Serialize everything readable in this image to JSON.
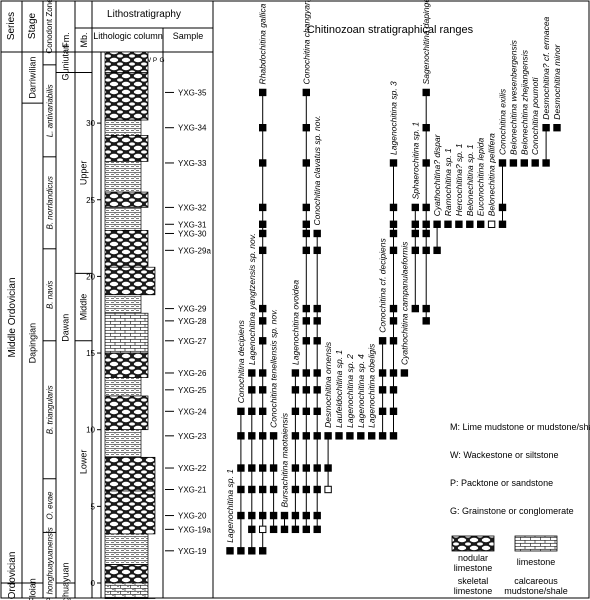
{
  "header": {
    "series": "Series",
    "stage": "Stage",
    "conodont_zone": "Conodont Zone",
    "fm": "Fm.",
    "mb": "Mb.",
    "lithostratigraphy": "Lithostratigraphy",
    "lithologic_column": "Lithologic column",
    "sample": "Sample",
    "chitinozoan_ranges": "Chitinozoan stratigraphical ranges",
    "texture_codes": [
      "M",
      "W",
      "P",
      "G"
    ]
  },
  "series": [
    {
      "label": "Middle Ordovician",
      "top_m": 35.3,
      "bottom_m": 0
    },
    {
      "label": "Lower Ordovician",
      "top_m": 0,
      "bottom_m": -5
    }
  ],
  "stages": [
    {
      "label": "Darriwilian",
      "top_m": 35.3,
      "bottom_m": 31.3
    },
    {
      "label": "Dapingian",
      "top_m": 31.3,
      "bottom_m": 0
    },
    {
      "label": "Floian",
      "top_m": 0,
      "bottom_m": -5
    }
  ],
  "conodont_zones": [
    {
      "label": "L. antivariabilis",
      "top_m": 33.8,
      "bottom_m": 27.8,
      "italic": true
    },
    {
      "label": "B. norrlandicus",
      "top_m": 27.8,
      "bottom_m": 21.8,
      "italic": true
    },
    {
      "label": "B. navis",
      "top_m": 21.8,
      "bottom_m": 15.8,
      "italic": true
    },
    {
      "label": "B. triangularis",
      "top_m": 15.8,
      "bottom_m": 6.8,
      "italic": true
    },
    {
      "label": "O. evae",
      "top_m": 6.8,
      "bottom_m": 3.3,
      "italic": true
    },
    {
      "label": "P. honghuayuanensis",
      "top_m": 3.3,
      "bottom_m": -5,
      "italic": true
    }
  ],
  "formations": [
    {
      "label": "Guniutan",
      "top_m": 35.3,
      "bottom_m": 33.3
    },
    {
      "label": "Dawan",
      "top_m": 33.3,
      "bottom_m": 0
    },
    {
      "label": "Honghuayuan",
      "top_m": 0,
      "bottom_m": -5
    }
  ],
  "members": [
    {
      "label": "Upper",
      "top_m": 33.3,
      "bottom_m": 20.2
    },
    {
      "label": "Middle",
      "top_m": 20.2,
      "bottom_m": 15.8
    },
    {
      "label": "Lower",
      "top_m": 15.8,
      "bottom_m": 0
    }
  ],
  "depth_ticks": [
    0,
    5,
    10,
    15,
    20,
    25,
    30
  ],
  "lithology_units": [
    {
      "top_m": 35.3,
      "bottom_m": 33.3,
      "type": "nodular",
      "texture": "W"
    },
    {
      "top_m": 33.3,
      "bottom_m": 30.2,
      "type": "nodular",
      "texture": "W"
    },
    {
      "top_m": 30.2,
      "bottom_m": 29.2,
      "type": "calcareous",
      "texture": "M"
    },
    {
      "top_m": 29.2,
      "bottom_m": 27.5,
      "type": "nodular",
      "texture": "W"
    },
    {
      "top_m": 27.5,
      "bottom_m": 25.5,
      "type": "calcareous",
      "texture": "M"
    },
    {
      "top_m": 25.5,
      "bottom_m": 24.5,
      "type": "nodular",
      "texture": "W"
    },
    {
      "top_m": 24.5,
      "bottom_m": 23.0,
      "type": "calcareous",
      "texture": "M"
    },
    {
      "top_m": 23.0,
      "bottom_m": 20.6,
      "type": "nodular",
      "texture": "W"
    },
    {
      "top_m": 20.6,
      "bottom_m": 18.8,
      "type": "nodular",
      "texture": "P"
    },
    {
      "top_m": 18.8,
      "bottom_m": 17.6,
      "type": "calcareous",
      "texture": "M"
    },
    {
      "top_m": 17.6,
      "bottom_m": 15.0,
      "type": "limestone",
      "texture": "W"
    },
    {
      "top_m": 15.0,
      "bottom_m": 13.4,
      "type": "nodular",
      "texture": "W"
    },
    {
      "top_m": 13.4,
      "bottom_m": 12.2,
      "type": "calcareous",
      "texture": "M"
    },
    {
      "top_m": 12.2,
      "bottom_m": 10.0,
      "type": "nodular",
      "texture": "W"
    },
    {
      "top_m": 10.0,
      "bottom_m": 8.2,
      "type": "calcareous",
      "texture": "M"
    },
    {
      "top_m": 8.2,
      "bottom_m": 6.0,
      "type": "nodular",
      "texture": "P"
    },
    {
      "top_m": 6.0,
      "bottom_m": 3.2,
      "type": "nodular",
      "texture": "P"
    },
    {
      "top_m": 3.2,
      "bottom_m": 1.2,
      "type": "calcareous",
      "texture": "W"
    },
    {
      "top_m": 1.2,
      "bottom_m": 0,
      "type": "nodular",
      "texture": "W"
    },
    {
      "top_m": 0,
      "bottom_m": -2.2,
      "type": "skeletal",
      "texture": "W"
    },
    {
      "top_m": -2.2,
      "bottom_m": -4.0,
      "type": "calcareous",
      "texture": "P"
    },
    {
      "top_m": -4.0,
      "bottom_m": -5,
      "type": "skeletal",
      "texture": "W"
    }
  ],
  "samples": [
    {
      "label": "YXG-35",
      "depth_m": 32.0
    },
    {
      "label": "YXG-34",
      "depth_m": 29.7
    },
    {
      "label": "YXG-33",
      "depth_m": 27.4
    },
    {
      "label": "YXG-32",
      "depth_m": 24.5
    },
    {
      "label": "YXG-31",
      "depth_m": 23.4
    },
    {
      "label": "YXG-30",
      "depth_m": 22.8
    },
    {
      "label": "YXG-29a",
      "depth_m": 21.7
    },
    {
      "label": "YXG-29",
      "depth_m": 17.9
    },
    {
      "label": "YXG-28",
      "depth_m": 17.1
    },
    {
      "label": "YXG-27",
      "depth_m": 15.8
    },
    {
      "label": "YXG-26",
      "depth_m": 13.7
    },
    {
      "label": "YXG-25",
      "depth_m": 12.6
    },
    {
      "label": "YXG-24",
      "depth_m": 11.2
    },
    {
      "label": "YXG-23",
      "depth_m": 9.6
    },
    {
      "label": "YXG-22",
      "depth_m": 7.5
    },
    {
      "label": "YXG-21",
      "depth_m": 6.1
    },
    {
      "label": "YXG-20",
      "depth_m": 4.4
    },
    {
      "label": "YXG-19a",
      "depth_m": 3.5
    },
    {
      "label": "YXG-19",
      "depth_m": 2.1
    }
  ],
  "taxa": [
    {
      "name": "Lagenochitina sp. 1",
      "samples": [
        "YXG-19"
      ]
    },
    {
      "name": "Conochitina decipiens",
      "samples": [
        "YXG-19",
        "YXG-20",
        "YXG-21",
        "YXG-22",
        "YXG-23",
        "YXG-24"
      ]
    },
    {
      "name": "Lagenochitina yangtzensis sp. nov.",
      "samples": [
        "YXG-19",
        "YXG-19a",
        "YXG-20",
        "YXG-21",
        "YXG-22",
        "YXG-23",
        "YXG-24",
        "YXG-25",
        "YXG-26"
      ]
    },
    {
      "name": "Rhabdochitina gallica",
      "samples": [
        "YXG-19",
        "YXG-19a",
        "YXG-20",
        "YXG-21",
        "YXG-22",
        "YXG-23",
        "YXG-24",
        "YXG-25",
        "YXG-26",
        "YXG-27",
        "YXG-28",
        "YXG-29",
        "YXG-29a",
        "YXG-30",
        "YXG-31",
        "YXG-32",
        "YXG-33",
        "YXG-34",
        "YXG-35"
      ],
      "open": [
        "YXG-19a"
      ]
    },
    {
      "name": "Conochitina tenellensis sp. nov.",
      "samples": [
        "YXG-19a",
        "YXG-20",
        "YXG-21",
        "YXG-22",
        "YXG-23"
      ]
    },
    {
      "name": "Bursachitina maotaiensis",
      "samples": [
        "YXG-19a",
        "YXG-20"
      ]
    },
    {
      "name": "Lagenochitina ovoidea",
      "samples": [
        "YXG-19a",
        "YXG-20",
        "YXG-21",
        "YXG-22",
        "YXG-23",
        "YXG-24",
        "YXG-25",
        "YXG-26"
      ]
    },
    {
      "name": "Conochitina changyangensis",
      "samples": [
        "YXG-19a",
        "YXG-20",
        "YXG-21",
        "YXG-22",
        "YXG-23",
        "YXG-24",
        "YXG-25",
        "YXG-26",
        "YXG-27",
        "YXG-28",
        "YXG-29",
        "YXG-29a",
        "YXG-30",
        "YXG-31",
        "YXG-32",
        "YXG-33",
        "YXG-34",
        "YXG-35"
      ]
    },
    {
      "name": "Conochitina clavatus sp. nov.",
      "samples": [
        "YXG-19a",
        "YXG-20",
        "YXG-21",
        "YXG-22",
        "YXG-23",
        "YXG-24",
        "YXG-25",
        "YXG-26",
        "YXG-27",
        "YXG-28",
        "YXG-29",
        "YXG-29a",
        "YXG-30"
      ]
    },
    {
      "name": "Desmochitina ornensis",
      "samples": [
        "YXG-21",
        "YXG-22",
        "YXG-23"
      ],
      "open": [
        "YXG-21"
      ]
    },
    {
      "name": "Laufeldochitina sp. 1",
      "samples": [
        "YXG-23"
      ]
    },
    {
      "name": "Lagenochitina sp. 2",
      "samples": [
        "YXG-23"
      ]
    },
    {
      "name": "Lagenochitina sp. 4",
      "samples": [
        "YXG-23"
      ]
    },
    {
      "name": "Lagenochitina obeligis",
      "samples": [
        "YXG-23"
      ]
    },
    {
      "name": "Conochitina cf. decipiens",
      "samples": [
        "YXG-23",
        "YXG-24",
        "YXG-25",
        "YXG-26",
        "YXG-27"
      ]
    },
    {
      "name": "Lagenochitina sp. 3",
      "samples": [
        "YXG-23",
        "YXG-24",
        "YXG-25",
        "YXG-26",
        "YXG-27",
        "YXG-28",
        "YXG-29",
        "YXG-29a",
        "YXG-30",
        "YXG-31",
        "YXG-32",
        "YXG-33"
      ]
    },
    {
      "name": "Cyathochitina campanulaeformis",
      "samples": [
        "YXG-26"
      ]
    },
    {
      "name": "Sphaerochitina sp. 1",
      "samples": [
        "YXG-29",
        "YXG-29a",
        "YXG-30",
        "YXG-31",
        "YXG-32"
      ]
    },
    {
      "name": "Sagenochitina dapingensis",
      "samples": [
        "YXG-28",
        "YXG-29",
        "YXG-29a",
        "YXG-30",
        "YXG-31",
        "YXG-32",
        "YXG-33",
        "YXG-34",
        "YXG-35"
      ]
    },
    {
      "name": "Cyathochitina? dispar",
      "samples": [
        "YXG-31",
        "YXG-29a"
      ]
    },
    {
      "name": "Ramochitina sp. 1",
      "samples": [
        "YXG-31"
      ]
    },
    {
      "name": "Hercochitina? sp. 1",
      "samples": [
        "YXG-31"
      ]
    },
    {
      "name": "Belonechitina sp. 1",
      "samples": [
        "YXG-31"
      ]
    },
    {
      "name": "Euconochitina lepida",
      "samples": [
        "YXG-31"
      ]
    },
    {
      "name": "Belonechitina pellifera",
      "samples": [
        "YXG-31"
      ],
      "open": [
        "YXG-31"
      ]
    },
    {
      "name": "Conochitina exilis",
      "samples": [
        "YXG-33",
        "YXG-32",
        "YXG-31"
      ]
    },
    {
      "name": "Belonechitina wesenbergensis",
      "samples": [
        "YXG-33"
      ]
    },
    {
      "name": "Belonechitina zhejiangensis",
      "samples": [
        "YXG-33"
      ]
    },
    {
      "name": "Conochitina poumoti",
      "samples": [
        "YXG-33"
      ]
    },
    {
      "name": "Desmochitina? cf. ermacea",
      "samples": [
        "YXG-34",
        "YXG-33"
      ]
    },
    {
      "name": "Desmochitina minor",
      "samples": [
        "YXG-34"
      ]
    }
  ],
  "legend": [
    {
      "code": "M",
      "text": ": Lime mudstone or mudstone/shale"
    },
    {
      "code": "W",
      "text": ": Wackestone or siltstone"
    },
    {
      "code": "P",
      "text": ": Packtone or sandstone"
    },
    {
      "code": "G",
      "text": ": Grainstone or conglomerate"
    }
  ],
  "pattern_legend": [
    {
      "type": "nodular",
      "lines": [
        "nodular",
        "limestone"
      ]
    },
    {
      "type": "limestone",
      "lines": [
        "limestone"
      ]
    },
    {
      "type": "skeletal",
      "lines": [
        "skeletal",
        "limestone"
      ]
    },
    {
      "type": "calcareous",
      "lines": [
        "calcareous",
        "mudstone/shale"
      ]
    }
  ]
}
